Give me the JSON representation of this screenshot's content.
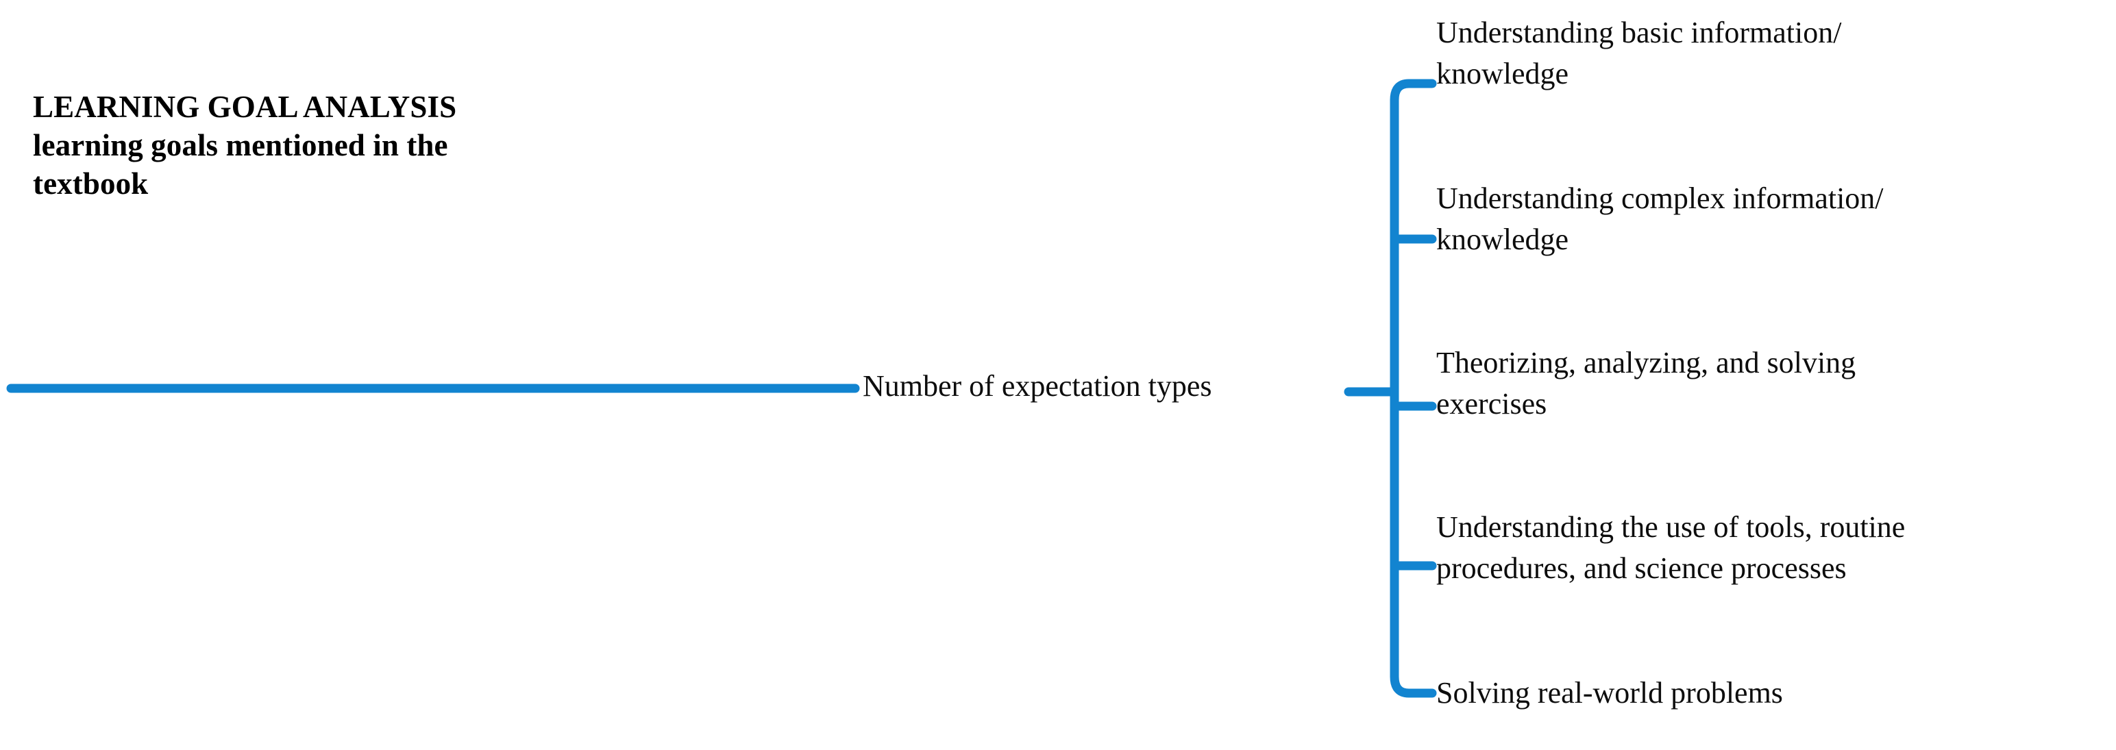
{
  "diagram": {
    "type": "horizontal-bracket-tree",
    "accent_color": "#1284D0",
    "text_color": "#0d0d0d",
    "background_color": "#ffffff",
    "root": {
      "line1": "LEARNING GOAL ANALYSIS",
      "line2": "learning goals mentioned in the",
      "line3": "textbook"
    },
    "middle_node": {
      "label": "Number of expectation types"
    },
    "leaves": [
      {
        "label": "Understanding basic information/\nknowledge"
      },
      {
        "label": "Understanding complex information/\nknowledge"
      },
      {
        "label": "Theorizing, analyzing, and solving\nexercises"
      },
      {
        "label": "Understanding the use of tools, routine\nprocedures, and science processes"
      },
      {
        "label": "Solving real-world problems"
      }
    ]
  }
}
